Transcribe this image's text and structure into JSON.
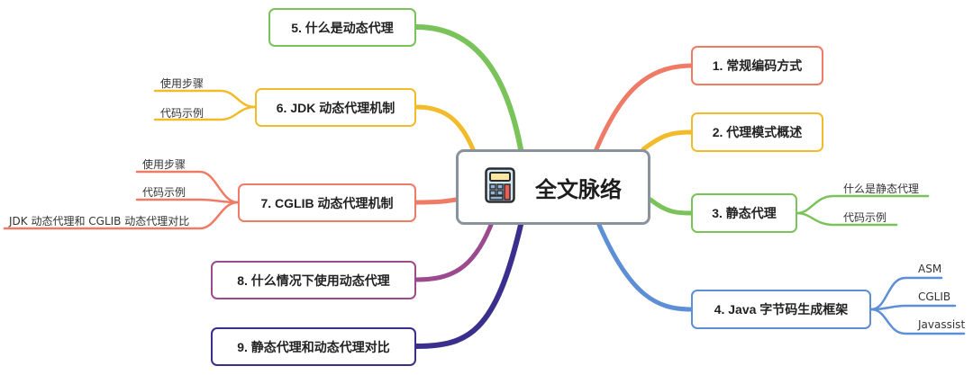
{
  "root": {
    "title": "全文脉络",
    "icon": "calculator-icon"
  },
  "branches": [
    {
      "label": "1. 常规编码方式",
      "color": "#ef7a66",
      "children": []
    },
    {
      "label": "2. 代理模式概述",
      "color": "#f2bb2a",
      "children": []
    },
    {
      "label": "3. 静态代理",
      "color": "#7ac35a",
      "children": [
        "什么是静态代理",
        "代码示例"
      ]
    },
    {
      "label": "4. Java 字节码生成框架",
      "color": "#5d8fd6",
      "children": [
        "ASM",
        "CGLIB",
        "Javassist"
      ]
    },
    {
      "label": "5. 什么是动态代理",
      "color": "#7ac35a",
      "children": []
    },
    {
      "label": "6. JDK 动态代理机制",
      "color": "#f2bb2a",
      "children": [
        "使用步骤",
        "代码示例"
      ]
    },
    {
      "label": "7. CGLIB 动态代理机制",
      "color": "#ef7a66",
      "children": [
        "使用步骤",
        "代码示例",
        "JDK 动态代理和 CGLIB 动态代理对比"
      ]
    },
    {
      "label": "8. 什么情况下使用动态代理",
      "color": "#9c4a8e",
      "children": []
    },
    {
      "label": "9. 静态代理和动态代理对比",
      "color": "#3a2f8c",
      "children": []
    }
  ]
}
